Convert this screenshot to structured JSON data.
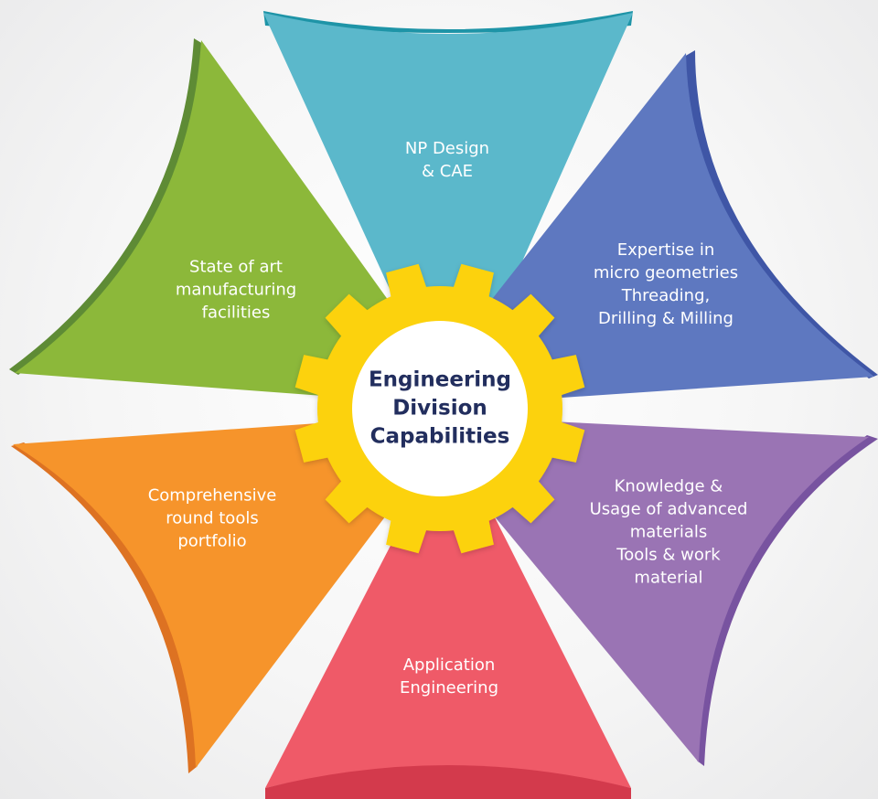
{
  "diagram": {
    "center": {
      "title": "Engineering\nDivision\nCapabilities"
    },
    "petals": [
      {
        "id": "top",
        "label": "NP Design\n& CAE",
        "color": "#5bb8cb",
        "edge": "#1e94a7"
      },
      {
        "id": "upper-right",
        "label": "Expertise in\nmicro geometries\nThreading,\nDrilling & Milling",
        "color": "#5e78c0",
        "edge": "#3f56a6"
      },
      {
        "id": "lower-right",
        "label": "Knowledge &\nUsage of advanced\nmaterials\nTools & work\nmaterial",
        "color": "#9a74b4",
        "edge": "#7853a0"
      },
      {
        "id": "bottom",
        "label": "Application\nEngineering",
        "color": "#ef5a68",
        "edge": "#d33a4c"
      },
      {
        "id": "lower-left",
        "label": "Comprehensive\nround tools\nportfolio",
        "color": "#f6942b",
        "edge": "#dd7222"
      },
      {
        "id": "upper-left",
        "label": "State of art\nmanufacturing\nfacilities",
        "color": "#8cb83a",
        "edge": "#5e8b35"
      }
    ],
    "gear_color": "#fcd208",
    "gear_inner_color": "#ffffff"
  }
}
